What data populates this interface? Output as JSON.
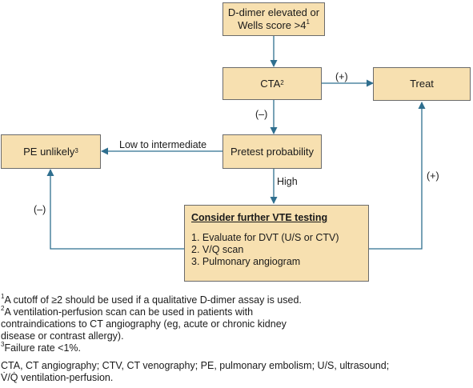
{
  "nodes": {
    "start": {
      "line1": "D-dimer elevated or",
      "line2": "Wells score >4",
      "sup": "1"
    },
    "cta": {
      "text": "CTA",
      "sup": "2"
    },
    "treat": {
      "text": "Treat"
    },
    "pretest": {
      "text": "Pretest probability"
    },
    "pe_unlikely": {
      "text": "PE unlikely",
      "sup": "3"
    },
    "further": {
      "heading": "Consider further VTE testing",
      "items": [
        "1. Evaluate for DVT (U/S or CTV)",
        "2. V/Q scan",
        "3. Pulmonary angiogram"
      ]
    }
  },
  "edges": {
    "cta_treat": "(+)",
    "cta_pretest": "(–)",
    "pretest_pe": "Low to intermediate",
    "pretest_further": "High",
    "further_pe": "(–)",
    "further_treat": "(+)"
  },
  "footnotes": [
    {
      "mark": "1",
      "text": "A cutoff of ≥2 should be used if a qualitative D-dimer assay is used."
    },
    {
      "mark": "2",
      "text": "A ventilation-perfusion scan can be used in patients with"
    },
    {
      "mark": "",
      "text": "contraindications to CT angiography (eg, acute or chronic kidney"
    },
    {
      "mark": "",
      "text": "disease or contrast allergy)."
    },
    {
      "mark": "3",
      "text": "Failure rate <1%."
    }
  ],
  "abbreviations": [
    "CTA, CT angiography; CTV, CT venography; PE, pulmonary embolism; U/S, ultrasound;",
    "V̇/Q̇ ventilation-perfusion."
  ],
  "colors": {
    "box_fill": "#f7e0b0",
    "box_border": "#6b6b6b",
    "connector": "#2f6f8f"
  }
}
